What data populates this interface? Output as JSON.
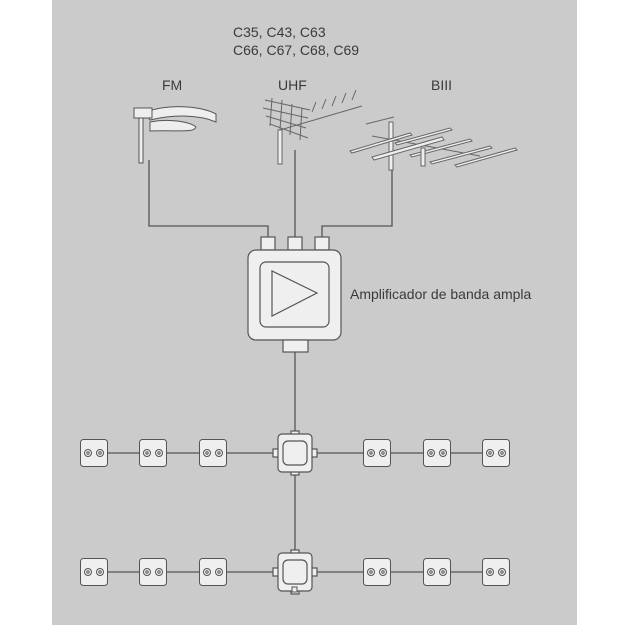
{
  "channels": {
    "line1": "C35, C43, C63",
    "line2": "C66, C67, C68, C69"
  },
  "antennas": [
    {
      "label": "FM"
    },
    {
      "label": "UHF"
    },
    {
      "label": "BIII"
    }
  ],
  "amplifier": {
    "label": "Amplificador de banda ampla"
  },
  "colors": {
    "background": "#cbcbcb",
    "stroke": "#555555",
    "fill": "#efefef"
  }
}
